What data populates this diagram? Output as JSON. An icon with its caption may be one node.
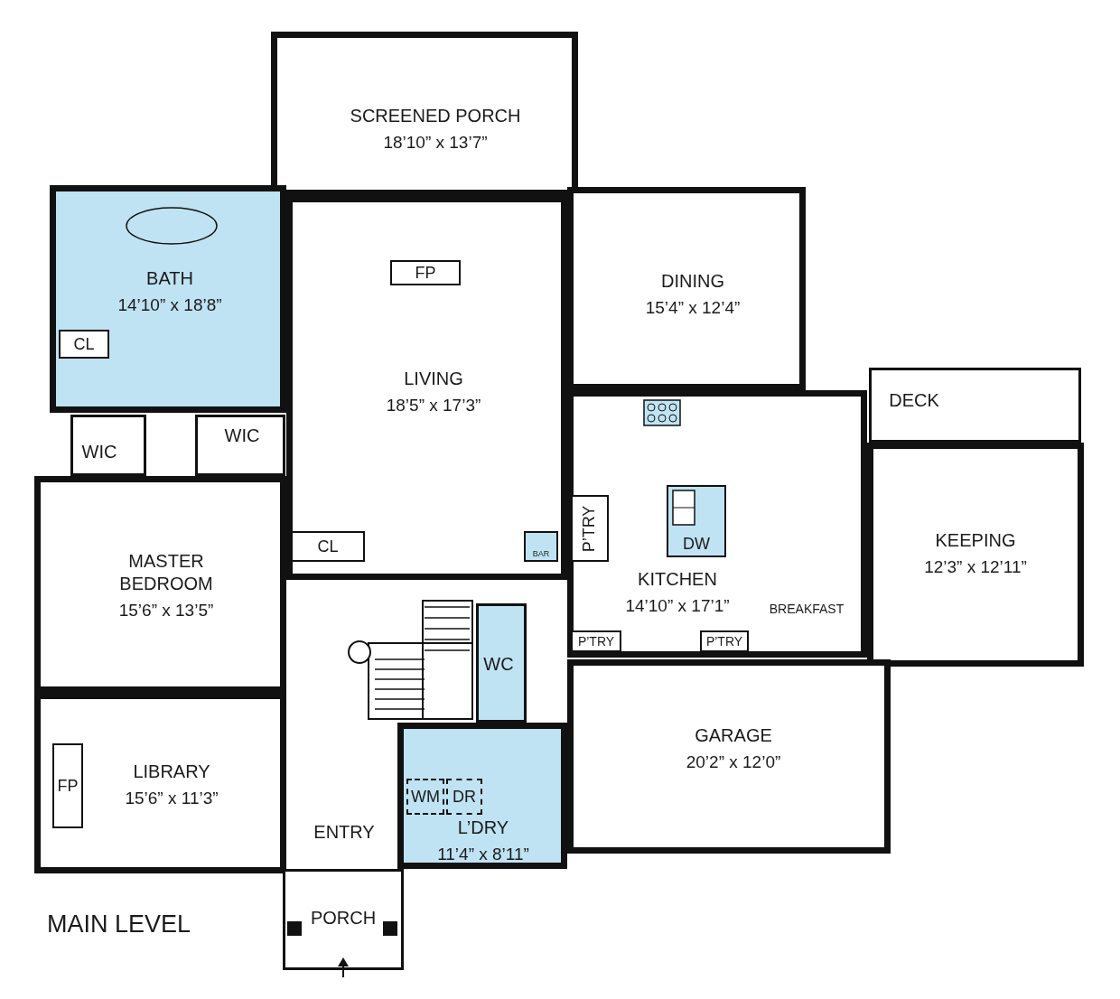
{
  "diagram": {
    "title": "MAIN LEVEL",
    "nodes": [
      {
        "text": [
          "SCREENED PORCH",
          "18’10” x 13’7”"
        ]
      },
      {
        "text": [
          "BATH",
          "14’10” x 18’8”"
        ]
      },
      {
        "text": [
          "CL"
        ],
        "in": 1
      },
      {
        "text": [
          "LIVING",
          "18’5” x 17’3”"
        ]
      },
      {
        "text": [
          "FP"
        ],
        "in": 3
      },
      {
        "text": [
          "CL"
        ],
        "in": 3
      },
      {
        "text": [
          "BAR"
        ],
        "in": 3
      },
      {
        "text": [
          "DINING",
          "15’4” x 12’4”"
        ]
      },
      {
        "text": [
          "DECK"
        ]
      },
      {
        "text": [
          "WIC"
        ]
      },
      {
        "text": [
          "WIC"
        ]
      },
      {
        "text": [
          "MASTER BEDROOM",
          "15’6” x 13’5”"
        ]
      },
      {
        "text": [
          "KITCHEN",
          "14’10” x 17’1”"
        ]
      },
      {
        "text": [
          "P’TRY"
        ],
        "in": 12
      },
      {
        "text": [
          "DW"
        ],
        "in": 12
      },
      {
        "text": [
          "P’TRY"
        ],
        "in": 12
      },
      {
        "text": [
          "P’TRY"
        ],
        "in": 12
      },
      {
        "text": [
          "KEEPING",
          "12’3” x 12’11”"
        ]
      },
      {
        "text": [
          "WC"
        ]
      },
      {
        "text": [
          "LIBRARY",
          "15’6” x 11’3”"
        ]
      },
      {
        "text": [
          "FP"
        ],
        "in": 19
      },
      {
        "text": [
          "GARAGE",
          "20’2” x 12’0”"
        ]
      },
      {
        "text": [
          "L’DRY",
          "11’4” x 8’11”"
        ]
      },
      {
        "text": [
          "WM"
        ],
        "in": 22
      },
      {
        "text": [
          "DR"
        ],
        "in": 22
      },
      {
        "text": [
          "PORCH"
        ]
      }
    ],
    "edges": [],
    "labels": [
      "BREAKFAST",
      "ENTRY"
    ]
  }
}
